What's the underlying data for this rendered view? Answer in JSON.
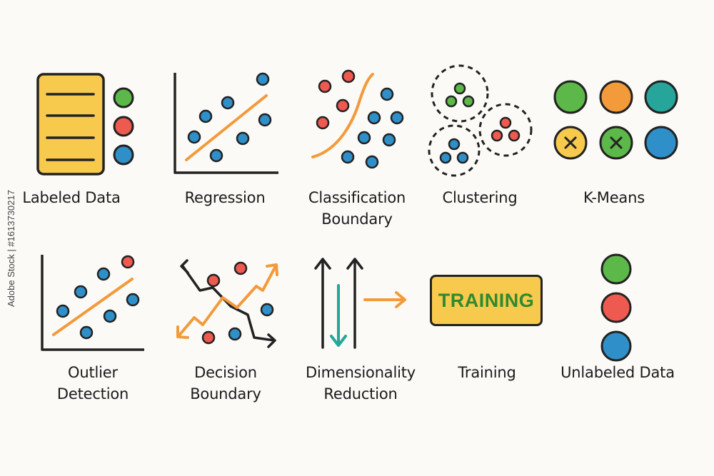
{
  "icons": [
    {
      "key": "labeled_data",
      "label": [
        "Labeled Data"
      ],
      "icon": "labeled-data-icon"
    },
    {
      "key": "regression",
      "label": [
        "Regression"
      ],
      "icon": "regression-icon"
    },
    {
      "key": "classification",
      "label": [
        "Classification",
        "Boundary"
      ],
      "icon": "classification-boundary-icon"
    },
    {
      "key": "clustering",
      "label": [
        "Clustering"
      ],
      "icon": "clustering-icon"
    },
    {
      "key": "kmeans",
      "label": [
        "K-Means"
      ],
      "icon": "k-means-icon"
    },
    {
      "key": "outlier",
      "label": [
        "Outlier",
        "Detection"
      ],
      "icon": "outlier-detection-icon"
    },
    {
      "key": "decision",
      "label": [
        "Decision",
        "Boundary"
      ],
      "icon": "decision-boundary-icon"
    },
    {
      "key": "dimred",
      "label": [
        "Dimensionality",
        "Reduction"
      ],
      "icon": "dimensionality-reduction-icon"
    },
    {
      "key": "training",
      "label": [
        "Training"
      ],
      "icon": "training-icon",
      "badge": "TRAINING"
    },
    {
      "key": "unlabeled",
      "label": [
        "Unlabeled Data"
      ],
      "icon": "unlabeled-data-icon"
    }
  ],
  "watermark": "Adobe Stock | #1613730217",
  "colors": {
    "green": "#5cb848",
    "red": "#ee5a4f",
    "blue": "#2f8fc9",
    "orange": "#f39a3a",
    "yellow": "#f7c94d",
    "teal": "#26a69a",
    "ink": "#222222",
    "text_green": "#2f8a2f"
  }
}
